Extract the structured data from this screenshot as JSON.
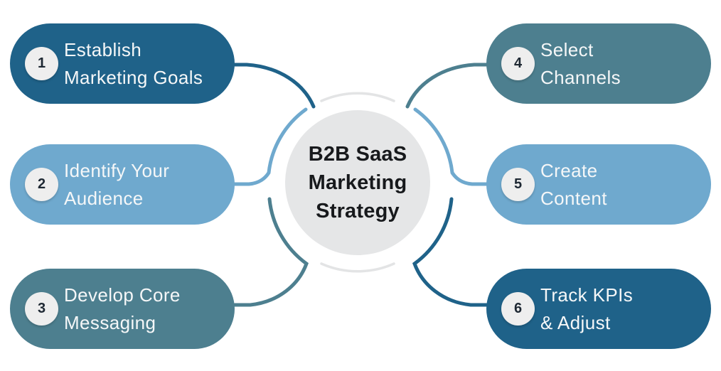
{
  "center": {
    "lines": [
      "B2B SaaS",
      "Marketing",
      "Strategy"
    ],
    "bg": "#e5e6e7",
    "text_color": "#17191c"
  },
  "palette": {
    "navy": "#1f6289",
    "light_blue": "#6fa9ce",
    "teal": "#4d7f8f",
    "ring_gray": "#e3e4e5",
    "number_badge_bg": "#eeeeee",
    "number_text": "#1e2833",
    "pill_text": "#f5f7f8"
  },
  "steps": [
    {
      "number": "1",
      "lines": [
        "Establish",
        "Marketing Goals"
      ],
      "color": "#1f6289"
    },
    {
      "number": "2",
      "lines": [
        "Identify Your",
        "Audience"
      ],
      "color": "#6fa9ce"
    },
    {
      "number": "3",
      "lines": [
        "Develop Core",
        "Messaging"
      ],
      "color": "#4d7f8f"
    },
    {
      "number": "4",
      "lines": [
        "Select",
        "Channels"
      ],
      "color": "#4d7f8f"
    },
    {
      "number": "5",
      "lines": [
        "Create",
        "Content"
      ],
      "color": "#6fa9ce"
    },
    {
      "number": "6",
      "lines": [
        "Track KPIs",
        "& Adjust"
      ],
      "color": "#1f6289"
    }
  ]
}
